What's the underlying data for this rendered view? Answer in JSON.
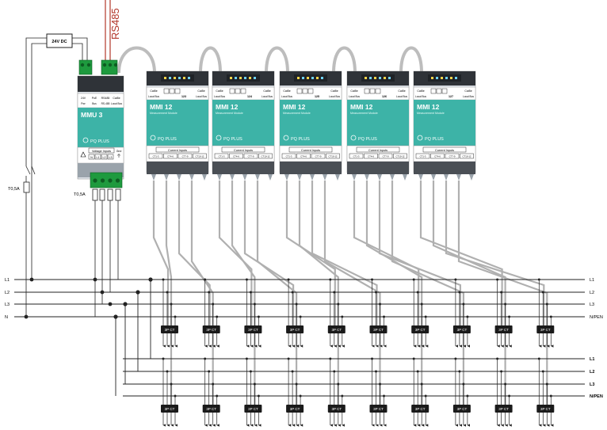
{
  "title": "",
  "power_supply": {
    "label": "24V DC"
  },
  "bus": {
    "label": "RS485"
  },
  "fuses": {
    "left": "T0,5A",
    "voltage_inputs": "T0,5A"
  },
  "master": {
    "name": "MMU 3",
    "port_labels": [
      "24V",
      "PoE",
      "RS485",
      "Cat5e"
    ],
    "port_sublabels": [
      "Pwr",
      "Bus",
      "RS-485",
      "Local Bus"
    ],
    "inputs_label": "Voltage Inputs",
    "input_terminals": [
      "N",
      "L1",
      "L2",
      "L3"
    ],
    "gnd_label": "Gnd",
    "brand": "PQ PLUS"
  },
  "modules": [
    {
      "name": "MMI 12",
      "subtitle": "Measurement Module",
      "cat_left": "Cat5e",
      "cat_right": "Cat5e",
      "bus_left": "Local Bus",
      "bus_right": "Local Bus",
      "addr": "123",
      "inputs_label": "Current Inputs",
      "brand": "PQ PLUS",
      "terminals": [
        "CT1-3",
        "CT4-6",
        "CT7-9",
        "CT10-12"
      ]
    },
    {
      "name": "MMI 12",
      "subtitle": "Measurement Module",
      "cat_left": "Cat5e",
      "cat_right": "Cat5e",
      "bus_left": "Local Bus",
      "bus_right": "Local Bus",
      "addr": "124",
      "inputs_label": "Current Inputs",
      "brand": "PQ PLUS",
      "terminals": [
        "CT1-3",
        "CT4-6",
        "CT7-9",
        "CT10-12"
      ]
    },
    {
      "name": "MMI 12",
      "subtitle": "Measurement Module",
      "cat_left": "Cat5e",
      "cat_right": "Cat5e",
      "bus_left": "Local Bus",
      "bus_right": "Local Bus",
      "addr": "125",
      "inputs_label": "Current Inputs",
      "brand": "PQ PLUS",
      "terminals": [
        "CT1-3",
        "CT4-6",
        "CT7-9",
        "CT10-12"
      ]
    },
    {
      "name": "MMI 12",
      "subtitle": "Measurement Module",
      "cat_left": "Cat5e",
      "cat_right": "Cat5e",
      "bus_left": "Local Bus",
      "bus_right": "Local Bus",
      "addr": "126",
      "inputs_label": "Current Inputs",
      "brand": "PQ PLUS",
      "terminals": [
        "CT1-3",
        "CT4-6",
        "CT7-9",
        "CT10-12"
      ]
    },
    {
      "name": "MMI 12",
      "subtitle": "Measurement Module",
      "cat_left": "Cat5e",
      "cat_right": "Cat5e",
      "bus_left": "Local Bus",
      "bus_right": "Local Bus",
      "addr": "127",
      "inputs_label": "Current Inputs",
      "brand": "PQ PLUS",
      "terminals": [
        "CT1-3",
        "CT4-6",
        "CT7-9",
        "CT10-12"
      ]
    }
  ],
  "busbar_upper": {
    "left_labels": [
      "L1",
      "L2",
      "L3",
      "N"
    ],
    "right_labels": [
      "L1",
      "L2",
      "L3",
      "N/PEN"
    ]
  },
  "busbar_lower": {
    "right_labels": [
      "L1",
      "L2",
      "L3",
      "N/PEN"
    ]
  },
  "ct_label": "3P CT",
  "ct_count_per_row": 10,
  "colors": {
    "module_body": "#dfe4ea",
    "module_accent": "#3db3a7",
    "module_dark": "#2f3338",
    "terminal_green": "#1e9a3e",
    "bus_label": "#b2372a",
    "cable_grey": "#b0b0b0",
    "wire": "#222222",
    "ct_body": "#1a1a1a"
  }
}
